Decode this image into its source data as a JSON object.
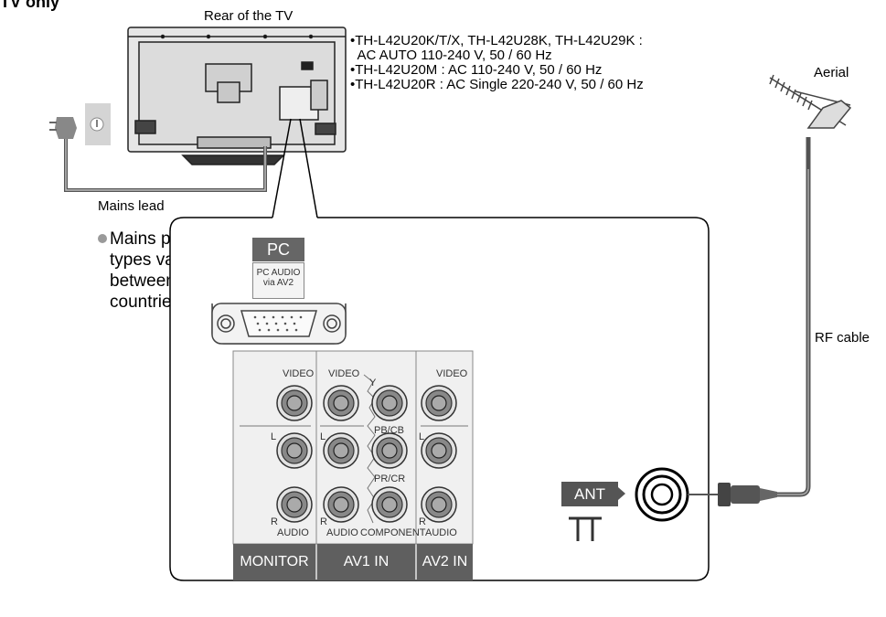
{
  "header": "TV only",
  "rear_title": "Rear of the TV",
  "specs": [
    "•TH-L42U20K/T/X, TH-L42U28K, TH-L42U29K :",
    "  AC AUTO 110-240 V, 50 / 60 Hz",
    "•TH-L42U20M : AC 110-240 V, 50 / 60 Hz",
    "•TH-L42U20R : AC Single 220-240 V, 50 / 60 Hz"
  ],
  "aerial_label": "Aerial",
  "rf_cable_label": "RF cable",
  "mains_lead_label": "Mains lead",
  "note_lines": [
    "Mains plug",
    "types vary",
    "between",
    "countries."
  ],
  "pc": {
    "label": "PC",
    "sub1": "PC AUDIO",
    "sub2": "via AV2"
  },
  "jack_labels": {
    "video_1": "VIDEO",
    "video_2": "VIDEO",
    "video_3": "VIDEO",
    "y": "Y",
    "pb": "PB/CB",
    "pr": "PR/CR",
    "l_1": "L",
    "l_2": "L",
    "l_3": "L",
    "r_1": "R",
    "r_2": "R",
    "r_3": "R",
    "audio_1": "AUDIO",
    "audio_2": "AUDIO",
    "audio_3": "AUDIO",
    "component": "COMPONENT"
  },
  "bottom_bars": {
    "monitor_out": "MONITOR OUT",
    "av1_in": "AV1 IN",
    "av2_in": "AV2 IN"
  },
  "ant_label": "ANT"
}
